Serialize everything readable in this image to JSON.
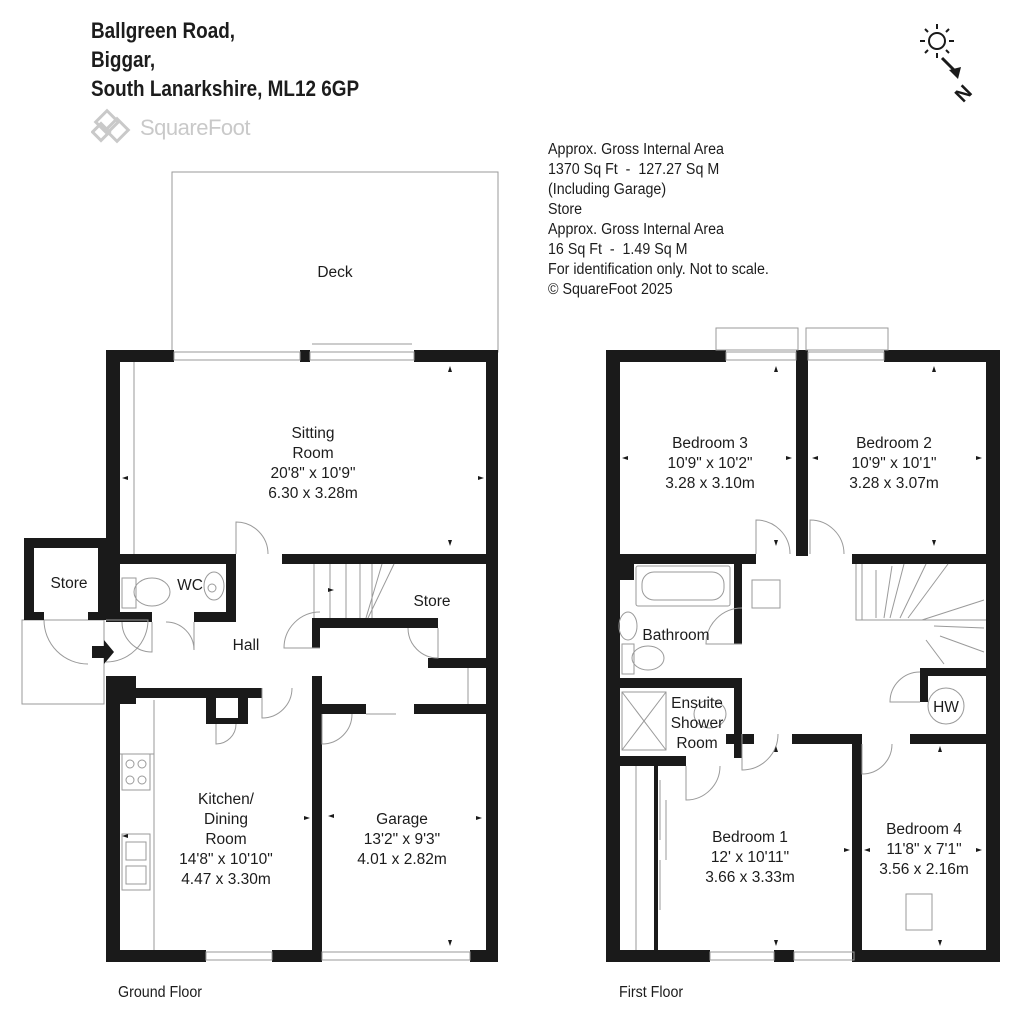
{
  "address": {
    "line1": "Ballgreen Road,",
    "line2": "Biggar,",
    "line3": "South Lanarkshire, ML12 6GP"
  },
  "logo": {
    "text": "SquareFoot"
  },
  "area_info": {
    "line1": "Approx. Gross Internal Area",
    "line2": "1370 Sq Ft  -  127.27 Sq M",
    "line3": "(Including Garage)",
    "line4": "Store",
    "line5": "Approx. Gross Internal Area",
    "line6": "16 Sq Ft  -  1.49 Sq M",
    "line7": "For identification only. Not to scale.",
    "line8": "© SquareFoot 2025"
  },
  "compass": {
    "label": "N"
  },
  "ground_floor": {
    "label": "Ground Floor",
    "deck": "Deck",
    "sitting": {
      "name1": "Sitting",
      "name2": "Room",
      "imperial": "20'8\" x 10'9\"",
      "metric": "6.30 x 3.28m"
    },
    "wc": "WC",
    "hall": "Hall",
    "store_outside": "Store",
    "store_inside": "Store",
    "kitchen": {
      "name1": "Kitchen/",
      "name2": "Dining",
      "name3": "Room",
      "imperial": "14'8\" x 10'10\"",
      "metric": "4.47 x 3.30m"
    },
    "garage": {
      "name": "Garage",
      "imperial": "13'2\" x 9'3\"",
      "metric": "4.01 x 2.82m"
    }
  },
  "first_floor": {
    "label": "First Floor",
    "bedroom3": {
      "name": "Bedroom 3",
      "imperial": "10'9\" x 10'2\"",
      "metric": "3.28 x 3.10m"
    },
    "bedroom2": {
      "name": "Bedroom 2",
      "imperial": "10'9\" x 10'1\"",
      "metric": "3.28 x 3.07m"
    },
    "bathroom": "Bathroom",
    "ensuite": {
      "name1": "Ensuite",
      "name2": "Shower",
      "name3": "Room"
    },
    "hw": "HW",
    "bedroom1": {
      "name": "Bedroom 1",
      "imperial": "12' x 10'11\"",
      "metric": "3.66 x 3.33m"
    },
    "bedroom4": {
      "name": "Bedroom 4",
      "imperial": "11'8\" x 7'1\"",
      "metric": "3.56 x 2.16m"
    }
  },
  "colors": {
    "wall": "#1a1a1a",
    "fixture": "#9a9a9a",
    "logo": "#c9c9c9"
  }
}
